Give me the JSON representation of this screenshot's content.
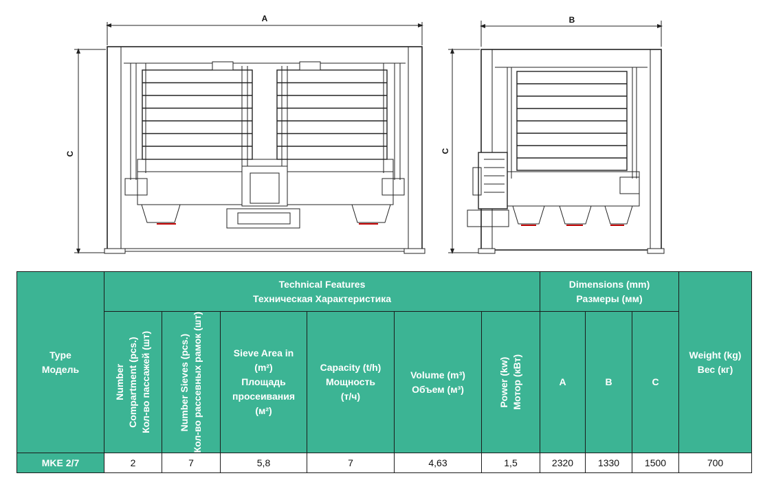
{
  "drawing": {
    "front_view": {
      "width_label": "A",
      "height_label": "C"
    },
    "side_view": {
      "width_label": "B",
      "height_label": "C"
    }
  },
  "table": {
    "type_header": [
      "Type",
      "Модель"
    ],
    "technical_header": [
      "Technical Features",
      "Техническая Характеристика"
    ],
    "dimensions_header": [
      "Dimensions (mm)",
      "Размеры (мм)"
    ],
    "weight_header": [
      "Weight (kg)",
      "Вес (кг)"
    ],
    "columns": {
      "compartments": [
        "Number",
        "Compartment  (pcs.)",
        "Кол-во пассажей (шт)"
      ],
      "sieves": [
        "Number Sieves (pcs.)",
        "Кол-во рассевных рамок (шт)"
      ],
      "sieve_area": [
        "Sieve Area in",
        "(m²)",
        "Площадь",
        "просеивания",
        "(м²)"
      ],
      "capacity": [
        "Capacity (t/h)",
        "Мощность",
        "(т/ч)"
      ],
      "volume": [
        "Volume (m³)",
        "Объем (м³)"
      ],
      "power": [
        "Power (kw)",
        "Мотор (кВт)"
      ],
      "dim_a": "A",
      "dim_b": "B",
      "dim_c": "C"
    },
    "row": {
      "model": "MKE 2/7",
      "compartments": "2",
      "sieves": "7",
      "sieve_area": "5,8",
      "capacity": "7",
      "volume": "4,63",
      "power": "1,5",
      "a": "2320",
      "b": "1330",
      "c": "1500",
      "weight": "700"
    }
  },
  "colors": {
    "header_green": "#3cb494",
    "line": "#1a1a1a"
  }
}
